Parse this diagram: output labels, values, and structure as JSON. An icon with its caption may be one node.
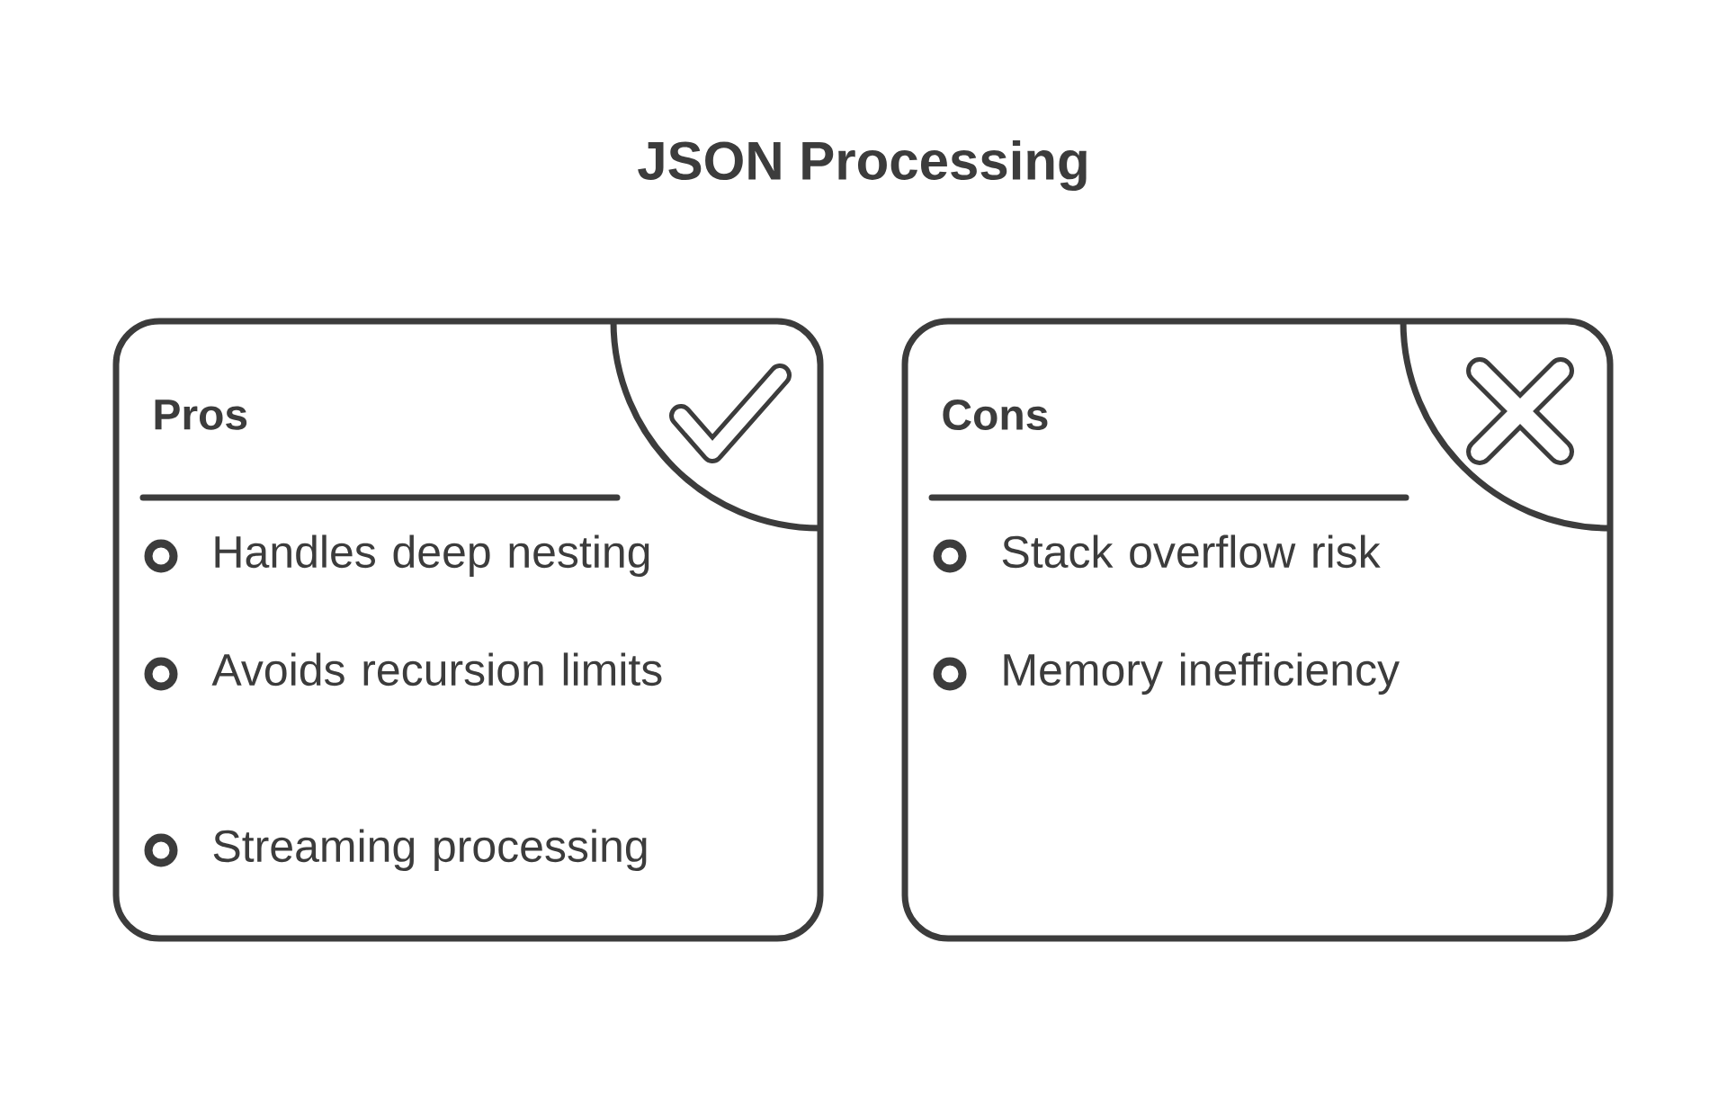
{
  "diagram": {
    "title": "JSON Processing",
    "nodes": [
      {
        "text": [
          "Pros",
          "Handles deep nesting",
          "Avoids recursion limits",
          "Streaming processing"
        ]
      },
      {
        "text": [
          "Cons",
          "Stack overflow risk",
          "Memory inefficiency"
        ]
      }
    ]
  }
}
